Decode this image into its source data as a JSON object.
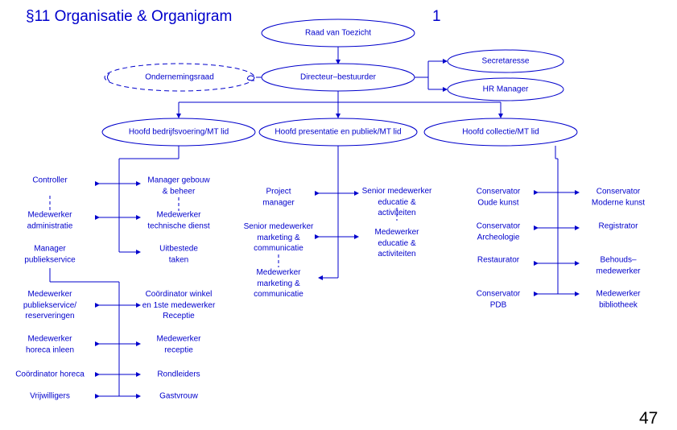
{
  "header": {
    "title": "§11 Organisatie & Organigram",
    "slide_number": "1"
  },
  "footer": {
    "page_number": "47"
  },
  "colors": {
    "accent": "#0000cc",
    "text": "#000000",
    "background": "#ffffff"
  },
  "top": {
    "raad": "Raad van Toezicht",
    "directeur": "Directeur–bestuurder",
    "ondernemingsraad": "Ondernemingsraad",
    "secretaresse": "Secretaresse",
    "hr": "HR Manager"
  },
  "heads": {
    "bedrijfsvoering": "Hoofd bedrijfsvoering/MT lid",
    "presentatie": "Hoofd presentatie en publiek/MT lid",
    "collectie": "Hoofd collectie/MT lid"
  },
  "left": {
    "controller": "Controller",
    "manager_gebouw": "Manager gebouw\n& beheer",
    "medewerker_administratie": "Medewerker\nadministratie",
    "medewerker_technische": "Medewerker\ntechnische dienst",
    "manager_publiekservice": "Manager\npubliekservice",
    "uitbestede": "Uitbestede\ntaken",
    "medewerker_publieksservice": "Medewerker\npubliekservice/\nreserveringen",
    "coordinator_winkel": "Coördinator winkel\nen 1ste medewerker\nReceptie",
    "medewerker_horeca": "Medewerker\nhoreca inleen",
    "medewerker_receptie": "Medewerker\nreceptie",
    "coordinator_horeca": "Coördinator horeca",
    "rondleiders": "Rondleiders",
    "vrijwilligers": "Vrijwilligers",
    "gastvrouw": "Gastvrouw"
  },
  "middle": {
    "project_manager": "Project\nmanager",
    "senior_educatie": "Senior medewerker\neducatie &\nactiviteiten",
    "senior_marketing": "Senior medewerker\nmarketing &\ncommunicatie",
    "medewerker_educatie": "Medewerker\neducatie &\nactiviteiten",
    "medewerker_marketing": "Medewerker\nmarketing &\ncommunicatie"
  },
  "right": {
    "conservator_oude": "Conservator\nOude kunst",
    "conservator_moderne": "Conservator\nModerne kunst",
    "conservator_archeologie": "Conservator\nArcheologie",
    "registrator": "Registrator",
    "restaurator": "Restaurator",
    "behoudsmedewerker": "Behouds–\nmedewerker",
    "conservator_pdb": "Conservator\nPDB",
    "medewerker_bibliotheek": "Medewerker\nbibliotheek"
  }
}
